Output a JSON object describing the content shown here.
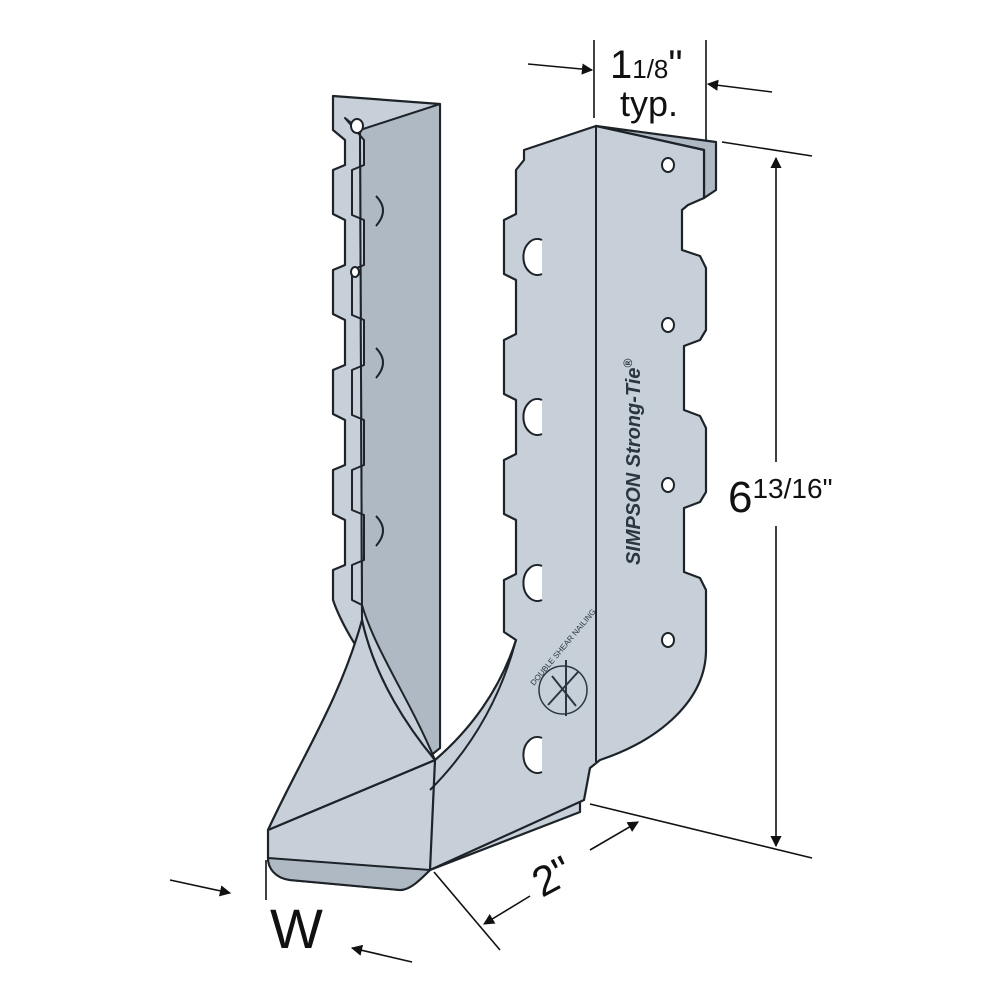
{
  "dimensions": {
    "top_width_whole": "1",
    "top_width_fraction": "1/8",
    "top_width_inch": "\"",
    "top_width_note": "typ.",
    "height_whole": "6",
    "height_fraction": "13/16",
    "height_inch": "\"",
    "depth": "2\"",
    "width_label": "W"
  },
  "part": {
    "brand_text": "SIMPSON Strong-Tie",
    "registered_mark": "®",
    "stamp_text": "DOUBLE SHEAR NAILING"
  },
  "colors": {
    "metal": "#c7d0d8",
    "metal_dark": "#aeb9c3",
    "outline": "#1d2328",
    "dimension": "#111111"
  }
}
